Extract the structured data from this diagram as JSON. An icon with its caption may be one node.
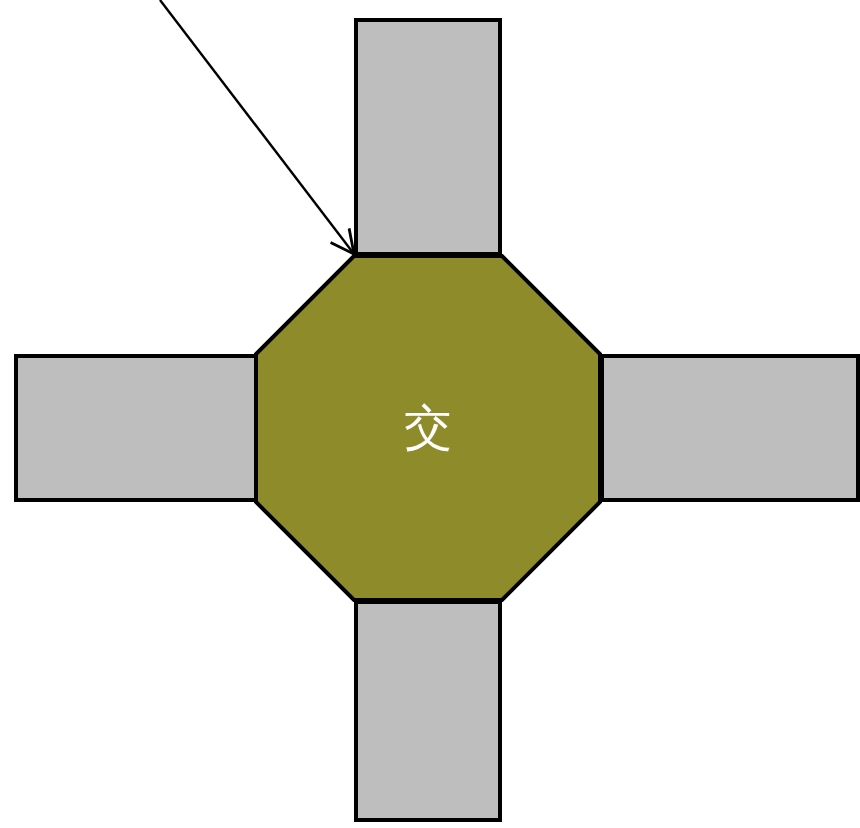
{
  "diagram": {
    "nodes": [
      {
        "text": [],
        "shape": "box"
      },
      {
        "text": [],
        "shape": "box"
      },
      {
        "text": [
          "交"
        ]
      },
      {
        "text": [],
        "shape": "box"
      },
      {
        "text": [],
        "shape": "box"
      }
    ],
    "edges": [
      {
        "from": null,
        "to": 2,
        "arrow": "to"
      }
    ]
  }
}
